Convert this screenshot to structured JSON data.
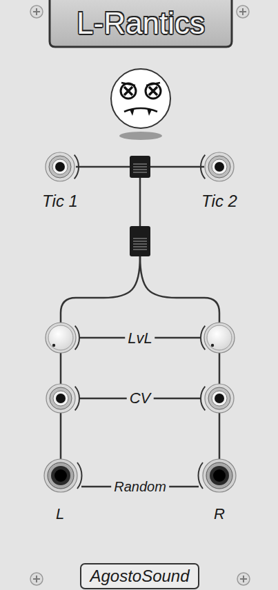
{
  "diagram": {
    "title": "L-Rantics",
    "nodes": [
      {
        "text": [
          "AgostoSound"
        ]
      }
    ],
    "labels": [
      "Tic 1",
      "Tic 2",
      "LvL",
      "CV",
      "Random",
      "L",
      "R"
    ]
  }
}
